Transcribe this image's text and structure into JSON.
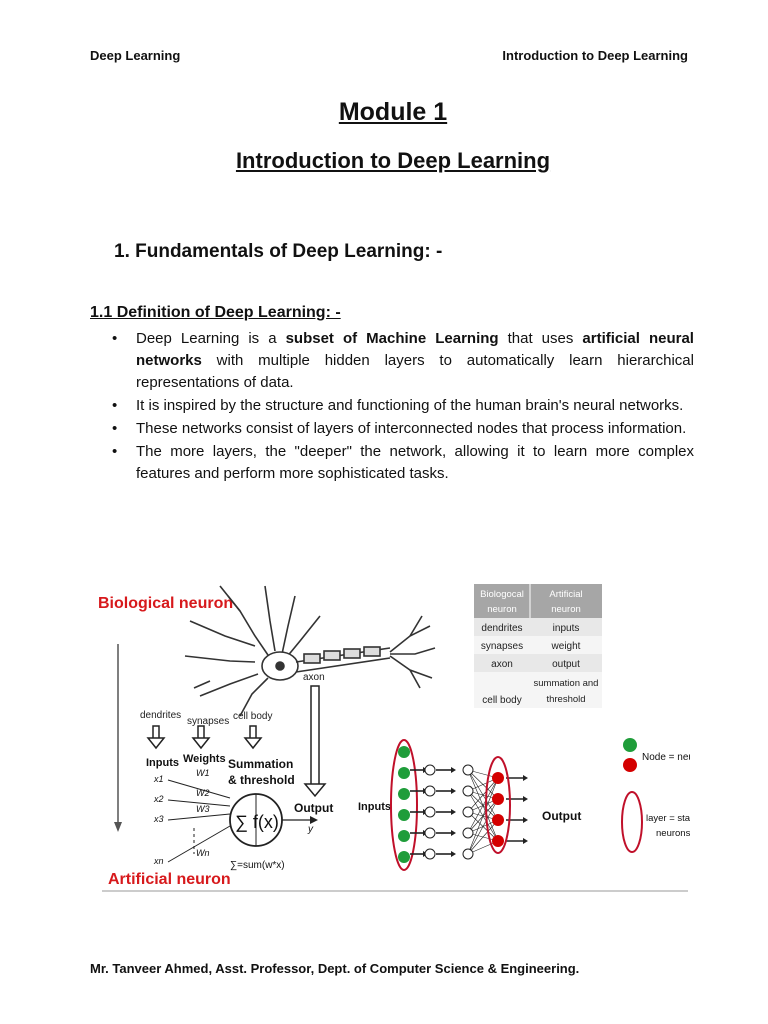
{
  "header": {
    "left": "Deep Learning",
    "right": "Introduction to Deep Learning"
  },
  "module": "Module 1",
  "title": "Introduction to Deep Learning",
  "section_heading": "1. Fundamentals of Deep Learning: -",
  "subsection_heading": "1.1 Definition of Deep Learning: -",
  "bullets": [
    {
      "parts": [
        {
          "t": "Deep Learning is a ",
          "b": false
        },
        {
          "t": "subset of Machine Learning",
          "b": true
        },
        {
          "t": " that uses ",
          "b": false
        },
        {
          "t": "artificial neural networks",
          "b": true
        },
        {
          "t": " with multiple hidden layers to automatically learn hierarchical representations of data.",
          "b": false
        }
      ]
    },
    {
      "parts": [
        {
          "t": "It is inspired by the structure and functioning of the human brain's neural networks.",
          "b": false
        }
      ]
    },
    {
      "parts": [
        {
          "t": "These networks consist of layers of interconnected nodes that process information.",
          "b": false
        }
      ]
    },
    {
      "parts": [
        {
          "t": "The more layers, the \"deeper\" the network, allowing it to learn more complex features and perform more sophisticated tasks.",
          "b": false
        }
      ]
    }
  ],
  "figure": {
    "biological_title": "Biological neuron",
    "artificial_title": "Artificial neuron",
    "labels": {
      "axon": "axon",
      "dendrites": "dendrites",
      "synapses": "synapses",
      "cell_body": "cell body",
      "inputs": "Inputs",
      "weights": "Weights",
      "summation": "Summation",
      "threshold": "& threshold",
      "output": "Output",
      "y": "y",
      "sum_formula": "∑=sum(w*x)",
      "sum_fx": "∑ f(x)",
      "x1": "x1",
      "x2": "x2",
      "x3": "x3",
      "xn": "xn",
      "w1": "W1",
      "w2": "W2",
      "w3": "W3",
      "wn": "Wn",
      "net_inputs": "Inputs",
      "net_output": "Output",
      "legend_node": "Node = neuron",
      "legend_layer": "layer = stack of",
      "legend_layer2": "neurons"
    },
    "table": {
      "headers": [
        "Biologocal neuron",
        "Artificial neuron"
      ],
      "rows": [
        [
          "dendrites",
          "inputs"
        ],
        [
          "synapses",
          "weight"
        ],
        [
          "axon",
          "output"
        ],
        [
          "cell body",
          "summation and threshold"
        ]
      ]
    },
    "colors": {
      "red_title": "#d7191c",
      "green_node": "#1f9d3a",
      "red_node": "#d40000",
      "table_header": "#a6a6a6"
    }
  },
  "footer": "Mr. Tanveer Ahmed, Asst. Professor, Dept. of Computer Science & Engineering."
}
